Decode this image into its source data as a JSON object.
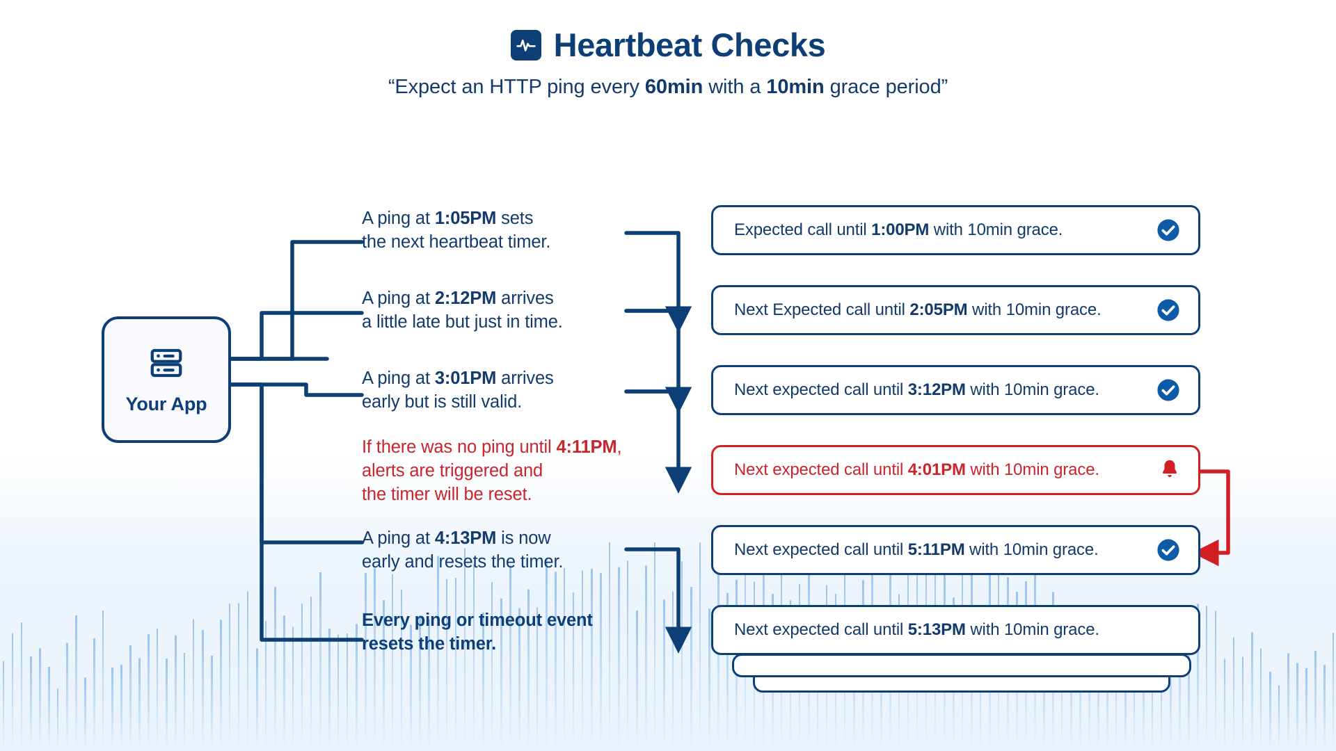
{
  "header": {
    "icon": "heartbeat-pulse-icon",
    "title": "Heartbeat Checks",
    "subtitle_prefix": "“Expect an HTTP ping every ",
    "subtitle_bold_1": "60min",
    "subtitle_middle": " with a ",
    "subtitle_bold_2": "10min",
    "subtitle_suffix": " grace period”"
  },
  "app_node": {
    "icon": "server-icon",
    "label": "Your App"
  },
  "colors": {
    "brand_navy": "#0d3f76",
    "text_navy": "#123a6b",
    "alert_red": "#c9252d",
    "card_border_red": "#d21f24",
    "background": "#ffffff",
    "wash": "#eaf3fc"
  },
  "steps": [
    {
      "id": "step-1",
      "description": "A ping at 1:05PM sets\nthe next heartbeat timer.",
      "desc_parts": {
        "pre": "A ping at ",
        "bold": "1:05PM",
        "post": " sets\nthe next heartbeat timer."
      },
      "tone": "normal"
    },
    {
      "id": "step-2",
      "description": "A ping at 2:12PM arrives\na little late but just in time.",
      "desc_parts": {
        "pre": "A ping at ",
        "bold": "2:12PM",
        "post": " arrives\na little late but just in time."
      },
      "tone": "normal"
    },
    {
      "id": "step-3",
      "description": "A ping at 3:01PM arrives\nearly but is still valid.",
      "desc_parts": {
        "pre": " A ping at ",
        "bold": "3:01PM",
        "post": " arrives\n early but is still valid."
      },
      "tone": "normal"
    },
    {
      "id": "step-4",
      "description": "If there was no ping until 4:11PM,\nalerts are triggered and\nthe timer will be reset.",
      "desc_parts": {
        "pre": "If there was no ping until ",
        "bold": "4:11PM",
        "post": ",\nalerts are triggered and\nthe timer will be reset."
      },
      "tone": "alert"
    },
    {
      "id": "step-5",
      "description": "A ping at 4:13PM is now\nearly and resets the timer.",
      "desc_parts": {
        "pre": "A ping at ",
        "bold": "4:13PM",
        "post": " is now\nearly and resets the timer."
      },
      "tone": "normal"
    },
    {
      "id": "step-6",
      "description": "Every ping or timeout event\nresets the timer.",
      "desc_parts": {
        "pre": "",
        "bold": "",
        "post": "Every ping or timeout event\nresets the timer."
      },
      "tone": "strong"
    }
  ],
  "cards": [
    {
      "id": "card-1",
      "pre": "Expected call until ",
      "time": "1:00PM",
      "post": " with 10min grace.",
      "status_icon": "check-circle-icon",
      "tone": "normal"
    },
    {
      "id": "card-2",
      "pre": "Next Expected call until ",
      "time": "2:05PM",
      "post": " with 10min grace.",
      "status_icon": "check-circle-icon",
      "tone": "normal"
    },
    {
      "id": "card-3",
      "pre": "Next expected call until ",
      "time": "3:12PM",
      "post": " with 10min grace.",
      "status_icon": "check-circle-icon",
      "tone": "normal"
    },
    {
      "id": "card-4",
      "pre": "Next expected call until ",
      "time": "4:01PM",
      "post": " with 10min grace.",
      "status_icon": "bell-alert-icon",
      "tone": "alert"
    },
    {
      "id": "card-5",
      "pre": "Next expected call until ",
      "time": "5:11PM",
      "post": " with 10min grace.",
      "status_icon": "check-circle-icon",
      "tone": "normal"
    },
    {
      "id": "card-6",
      "pre": "Next expected call until ",
      "time": "5:13PM",
      "post": " with 10min grace.",
      "status_icon": "none",
      "tone": "normal"
    }
  ]
}
